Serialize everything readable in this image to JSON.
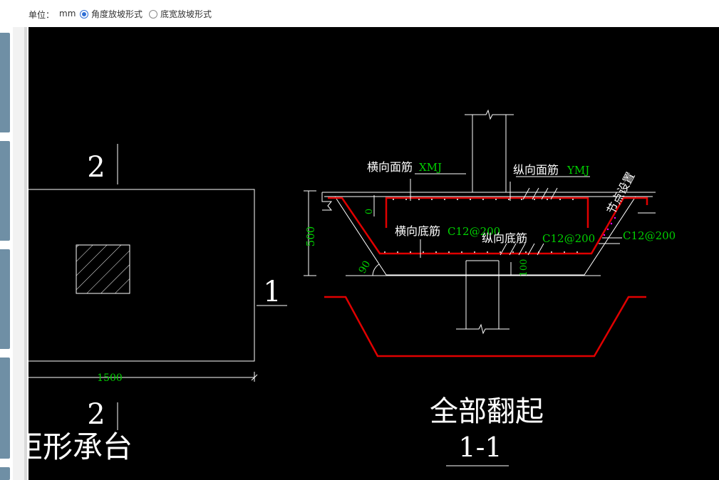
{
  "toolbar": {
    "unit_label": "单位：",
    "unit_value": "mm",
    "options": [
      {
        "label": "角度放坡形式",
        "checked": true
      },
      {
        "label": "底宽放坡形式",
        "checked": false
      }
    ]
  },
  "drawing": {
    "plan": {
      "title": "矩形承台",
      "section_mark_top": "2",
      "section_mark_bottom": "2",
      "section_mark_right": "1",
      "width_dim": "1500"
    },
    "section": {
      "title": "全部翻起",
      "subtitle": "1-1",
      "top_transverse_label": "横向面筋",
      "top_transverse_code": "XMJ",
      "top_longitudinal_label": "纵向面筋",
      "top_longitudinal_code": "YMJ",
      "bottom_transverse_label": "横向底筋",
      "bottom_transverse_code": "C12@200",
      "bottom_longitudinal_label": "纵向底筋",
      "bottom_longitudinal_code": "C12@200",
      "node_setting_label": "节点设置",
      "node_setting_code": "C12@200",
      "height_dim": "500",
      "inner_dim": "0",
      "angle_dim": "90",
      "bottom_dim": "100"
    },
    "colors": {
      "line": "#ffffff",
      "rebar": "#e00000",
      "dim_text": "#00d000",
      "background": "#000000"
    }
  }
}
